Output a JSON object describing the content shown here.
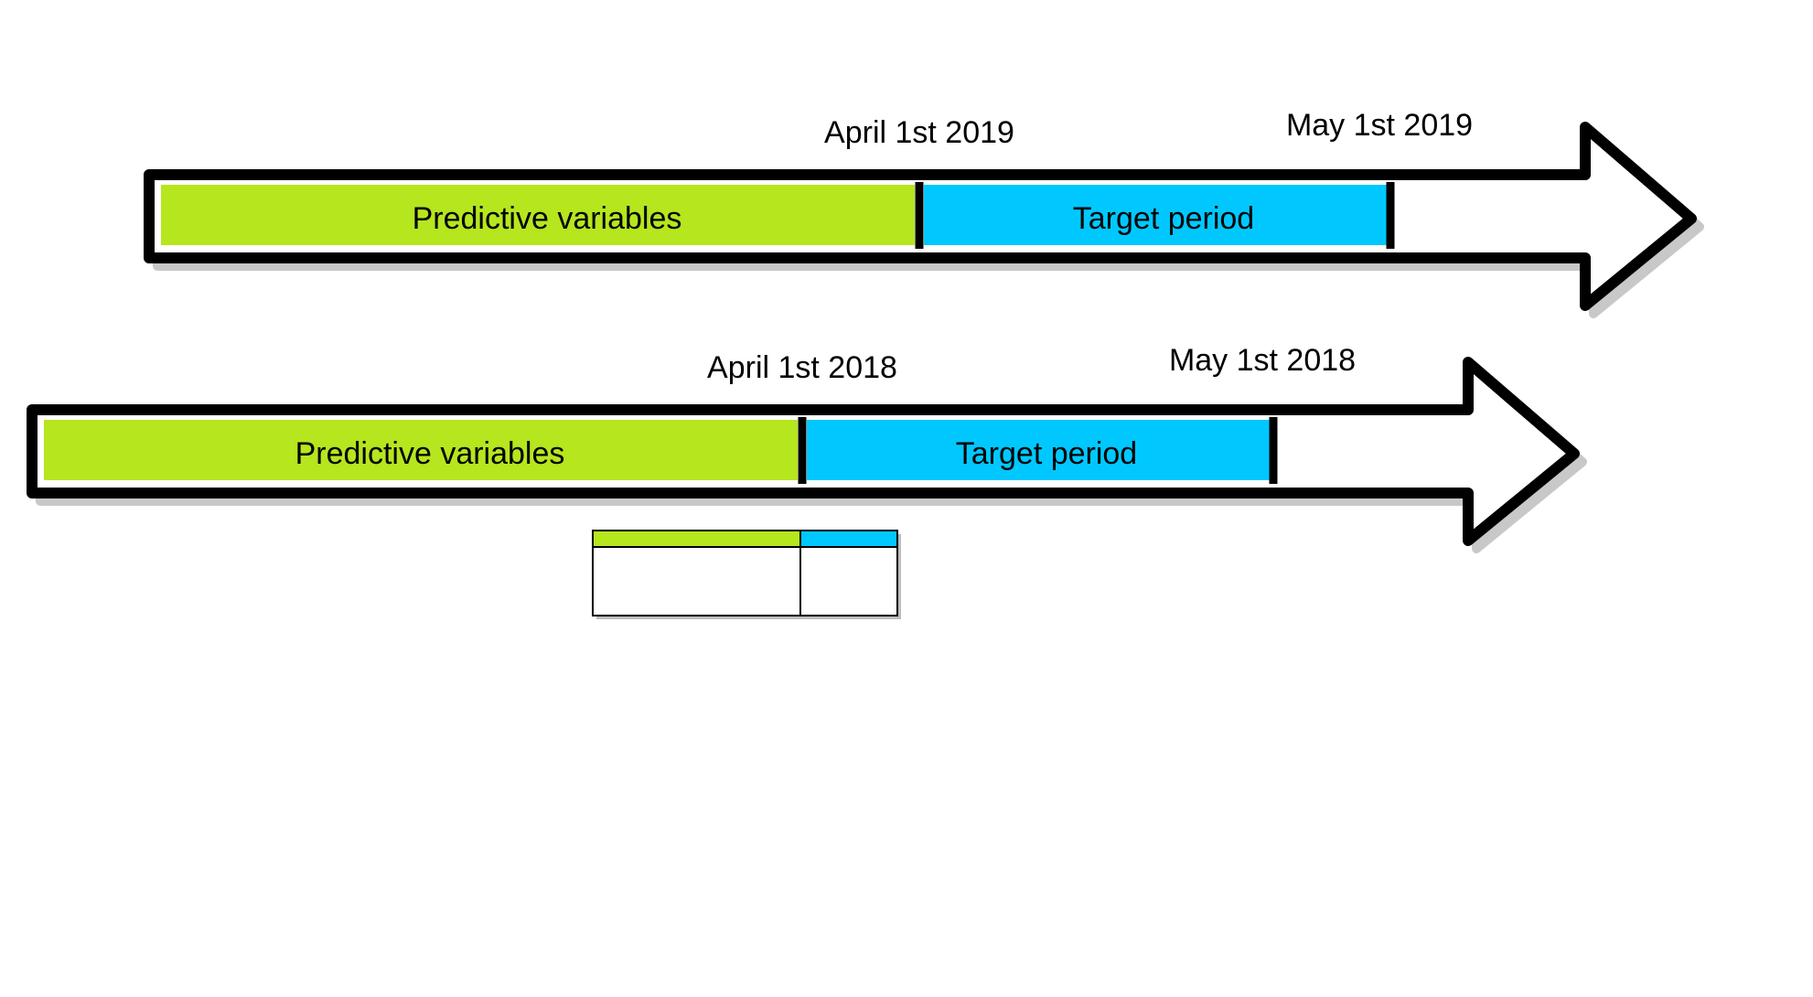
{
  "colors": {
    "predictive": "#b6e61e",
    "target": "#00c8ff",
    "outline": "#000000",
    "shadow": "#c8c8c8",
    "background": "#ffffff"
  },
  "timelines": [
    {
      "id": "timeline-2019",
      "segments": [
        {
          "label": "Predictive variables",
          "kind": "predictive"
        },
        {
          "label": "Target period",
          "kind": "target"
        }
      ],
      "dates": [
        "April 1st 2019",
        "May 1st 2019"
      ]
    },
    {
      "id": "timeline-2018",
      "segments": [
        {
          "label": "Predictive variables",
          "kind": "predictive"
        },
        {
          "label": "Target period",
          "kind": "target"
        }
      ],
      "dates": [
        "April 1st 2018",
        "May 1st 2018"
      ]
    }
  ],
  "table": {
    "columns": [
      {
        "kind": "predictive"
      },
      {
        "kind": "target"
      }
    ]
  }
}
